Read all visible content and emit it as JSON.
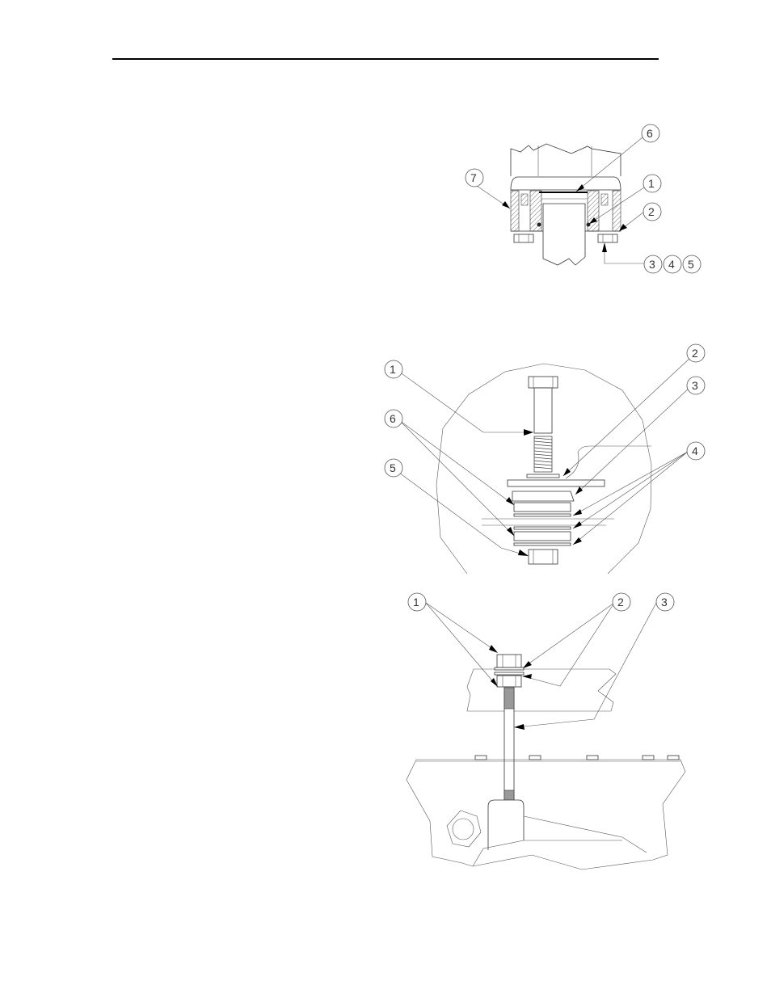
{
  "page": {
    "header_rule": true
  },
  "figures": [
    {
      "id": "seal-cross-section",
      "description": "Cross-section of cylinder end cap with seal and bolts",
      "callouts": [
        "6",
        "7",
        "1",
        "2",
        "3",
        "4",
        "5"
      ]
    },
    {
      "id": "bolt-stack-detail",
      "description": "Circular detail view of bolt, washers and bushings stack",
      "callouts": [
        "1",
        "2",
        "3",
        "6",
        "4",
        "5"
      ]
    },
    {
      "id": "tie-rod-assembly",
      "description": "Tie rod passing through bracket into lower frame casting",
      "callouts": [
        "1",
        "2",
        "3"
      ]
    }
  ],
  "colors": {
    "line": "#333333",
    "background": "#ffffff"
  }
}
